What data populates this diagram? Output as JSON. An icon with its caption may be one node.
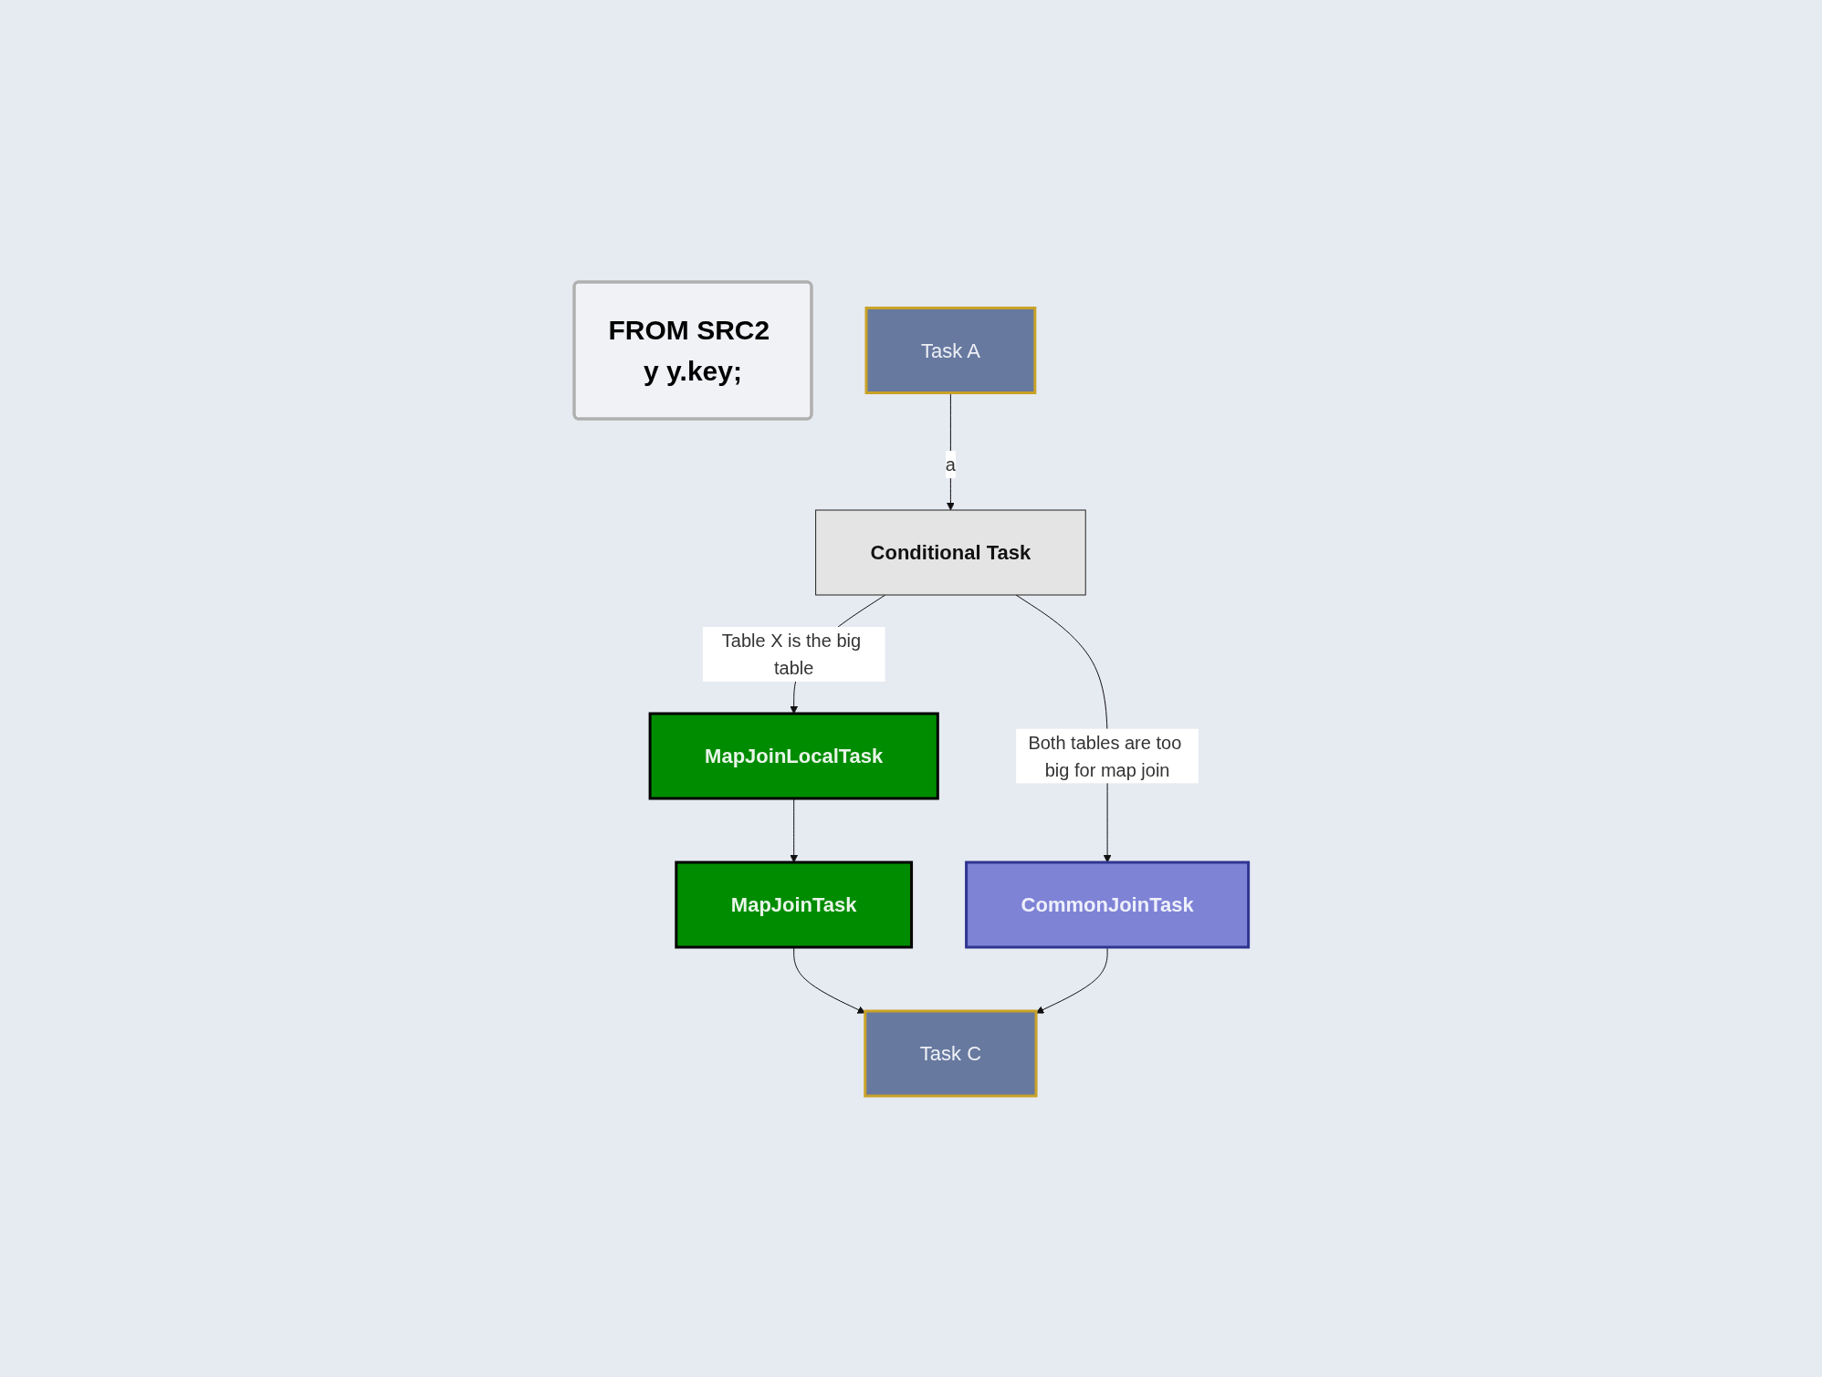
{
  "diagram": {
    "nodes": [
      {
        "text": [
          "FROM SRC2 y y.key;"
        ]
      },
      {
        "text": [
          "Task A"
        ]
      },
      {
        "text": [
          "Conditional Task"
        ]
      },
      {
        "text": [
          "MapJoinLocalTask"
        ]
      },
      {
        "text": [
          "MapJoinTask"
        ]
      },
      {
        "text": [
          "CommonJoinTask"
        ]
      },
      {
        "text": [
          "Task C"
        ]
      }
    ],
    "edges": [
      {
        "from": 1,
        "to": 2,
        "arrow": "to",
        "label": "a"
      },
      {
        "from": 2,
        "to": 3,
        "arrow": "to",
        "label": "Table X is the big table"
      },
      {
        "from": 3,
        "to": 4,
        "arrow": "to"
      },
      {
        "from": 2,
        "to": 5,
        "arrow": "to",
        "label": "Both tables are too big for map join"
      },
      {
        "from": 4,
        "to": 6,
        "arrow": "to"
      },
      {
        "from": 5,
        "to": 6,
        "arrow": "to"
      }
    ]
  }
}
